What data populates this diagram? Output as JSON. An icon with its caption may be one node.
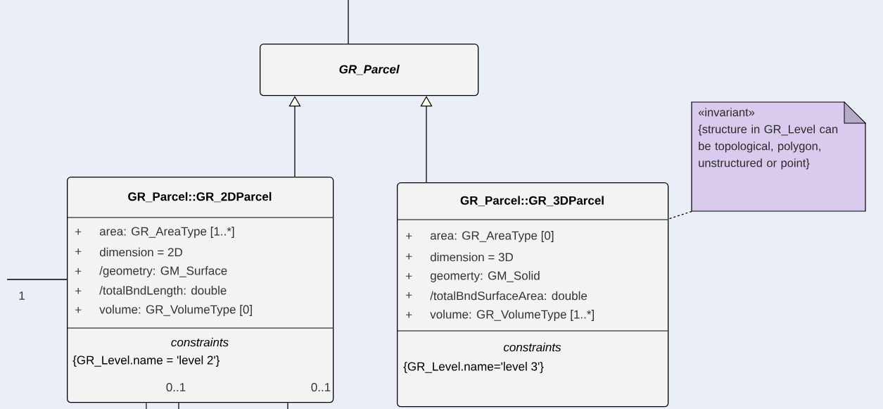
{
  "diagram": {
    "nodes": [
      {
        "text": [
          "GR_Parcel"
        ]
      },
      {
        "text": [
          "GR_Parcel::GR_2DParcel",
          "+",
          "area: GR_AreaType [1..*]",
          "+",
          "dimension = 2D",
          "+",
          "/geometry: GM_Surface",
          "+",
          "/totalBndLength: double",
          "+",
          "volume: GR_VolumeType [0]",
          "constraints",
          "{GR_Level.name = 'level 2'}"
        ]
      },
      {
        "text": [
          "GR_Parcel::GR_3DParcel",
          "+",
          "area: GR_AreaType [0]",
          "+",
          "dimension = 3D",
          "+",
          "geomerty: GM_Solid",
          "+",
          "/totalBndSurfaceArea: double",
          "+",
          "volume: GR_VolumeType [1..*]",
          "constraints",
          "{GR_Level.name='level 3'}"
        ]
      },
      {
        "text": [
          "«invariant»",
          "{structure in GR_Level can be topological, polygon, unstructured or point}"
        ]
      }
    ],
    "edges": [
      {
        "from": null,
        "to": 0,
        "arrow": "none"
      },
      {
        "from": null,
        "to": 1,
        "arrow": "none"
      },
      {
        "from": 1,
        "to": null,
        "arrow": "none"
      },
      {
        "from": 1,
        "to": null,
        "arrow": "none"
      },
      {
        "from": 1,
        "to": null,
        "arrow": "none"
      },
      {
        "from": 1,
        "to": 0,
        "arrow": "to"
      },
      {
        "from": 2,
        "to": 0,
        "arrow": "to"
      },
      {
        "from": 3,
        "to": 2,
        "arrow": "none",
        "style": "dashed"
      }
    ],
    "labels": [
      "1",
      "0..1",
      "0..1"
    ]
  }
}
